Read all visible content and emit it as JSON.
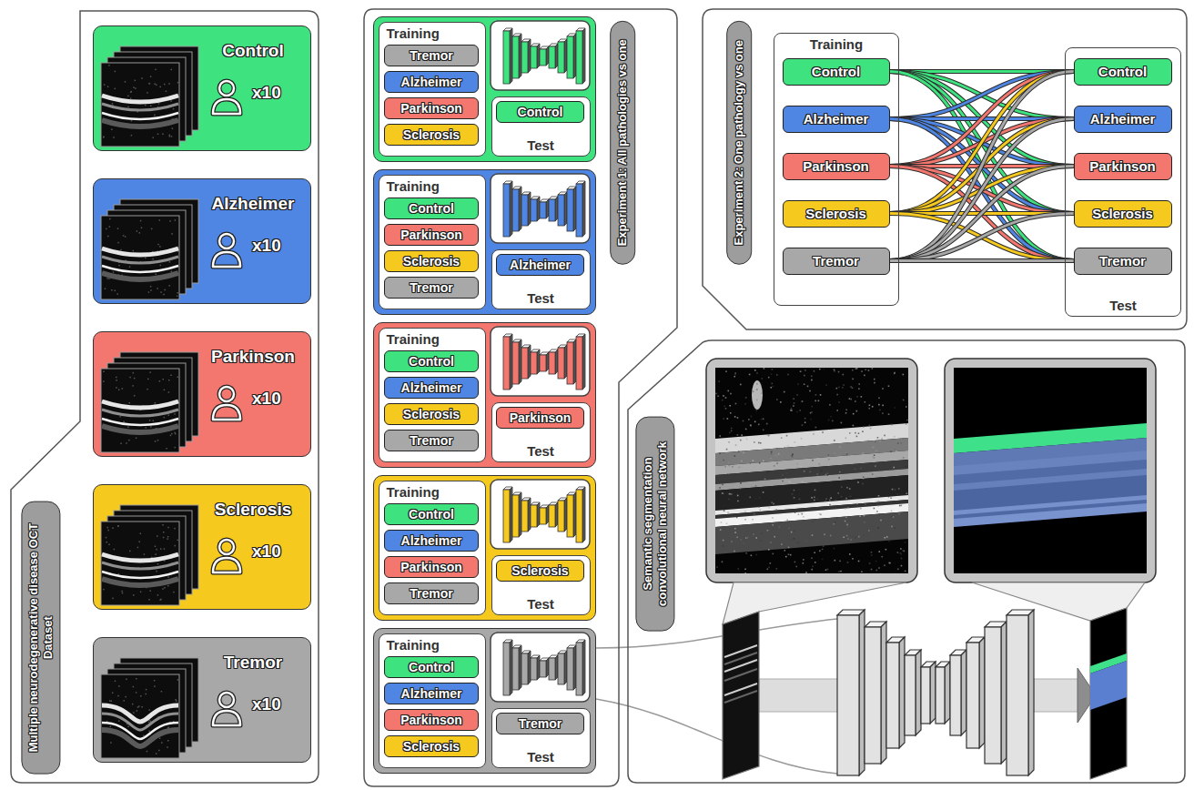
{
  "diagram": {
    "nodes": [
      {
        "text": [
          "Multiple neurodegenerative disease OCT Dataset"
        ]
      },
      {
        "text": [
          "Control",
          "x10"
        ],
        "in": 0
      },
      {
        "text": [
          "Alzheimer",
          "x10"
        ],
        "in": 0
      },
      {
        "text": [
          "Parkinson",
          "x10"
        ],
        "in": 0
      },
      {
        "text": [
          "Sclerosis",
          "x10"
        ],
        "in": 0
      },
      {
        "text": [
          "Tremor",
          "x10"
        ],
        "in": 0
      },
      {
        "text": [
          "Experiment 1: All pathologies vs one"
        ]
      },
      {
        "text": [],
        "in": 6
      },
      {
        "text": [
          "Training"
        ],
        "in": 7
      },
      {
        "text": [
          "Tremor"
        ],
        "in": 8
      },
      {
        "text": [
          "Alzheimer"
        ],
        "in": 8
      },
      {
        "text": [
          "Parkinson"
        ],
        "in": 8
      },
      {
        "text": [
          "Sclerosis"
        ],
        "in": 8
      },
      {
        "text": [
          "Test"
        ],
        "in": 7
      },
      {
        "text": [
          "Control"
        ],
        "in": 13
      },
      {
        "text": [],
        "in": 6
      },
      {
        "text": [
          "Training"
        ],
        "in": 15
      },
      {
        "text": [
          "Control"
        ],
        "in": 16
      },
      {
        "text": [
          "Parkinson"
        ],
        "in": 16
      },
      {
        "text": [
          "Sclerosis"
        ],
        "in": 16
      },
      {
        "text": [
          "Tremor"
        ],
        "in": 16
      },
      {
        "text": [
          "Test"
        ],
        "in": 15
      },
      {
        "text": [
          "Alzheimer"
        ],
        "in": 21
      },
      {
        "text": [],
        "in": 6
      },
      {
        "text": [
          "Training"
        ],
        "in": 23
      },
      {
        "text": [
          "Control"
        ],
        "in": 24
      },
      {
        "text": [
          "Alzheimer"
        ],
        "in": 24
      },
      {
        "text": [
          "Sclerosis"
        ],
        "in": 24
      },
      {
        "text": [
          "Tremor"
        ],
        "in": 24
      },
      {
        "text": [
          "Test"
        ],
        "in": 23
      },
      {
        "text": [
          "Parkinson"
        ],
        "in": 29
      },
      {
        "text": [],
        "in": 6
      },
      {
        "text": [
          "Training"
        ],
        "in": 31
      },
      {
        "text": [
          "Control"
        ],
        "in": 32
      },
      {
        "text": [
          "Alzheimer"
        ],
        "in": 32
      },
      {
        "text": [
          "Parkinson"
        ],
        "in": 32
      },
      {
        "text": [
          "Tremor"
        ],
        "in": 32
      },
      {
        "text": [
          "Test"
        ],
        "in": 31
      },
      {
        "text": [
          "Sclerosis"
        ],
        "in": 37
      },
      {
        "text": [],
        "in": 6
      },
      {
        "text": [
          "Training"
        ],
        "in": 39
      },
      {
        "text": [
          "Control"
        ],
        "in": 40
      },
      {
        "text": [
          "Alzheimer"
        ],
        "in": 40
      },
      {
        "text": [
          "Parkinson"
        ],
        "in": 40
      },
      {
        "text": [
          "Sclerosis"
        ],
        "in": 40
      },
      {
        "text": [
          "Test"
        ],
        "in": 39
      },
      {
        "text": [
          "Tremor"
        ],
        "in": 45
      },
      {
        "text": [
          "Experiment 2: One pathology vs one"
        ]
      },
      {
        "text": [
          "Training"
        ],
        "in": 47
      },
      {
        "text": [
          "Control"
        ],
        "in": 48
      },
      {
        "text": [
          "Alzheimer"
        ],
        "in": 48
      },
      {
        "text": [
          "Parkinson"
        ],
        "in": 48
      },
      {
        "text": [
          "Sclerosis"
        ],
        "in": 48
      },
      {
        "text": [
          "Tremor"
        ],
        "in": 48
      },
      {
        "text": [
          "Test"
        ],
        "in": 47
      },
      {
        "text": [
          "Control"
        ],
        "in": 54
      },
      {
        "text": [
          "Alzheimer"
        ],
        "in": 54
      },
      {
        "text": [
          "Parkinson"
        ],
        "in": 54
      },
      {
        "text": [
          "Sclerosis"
        ],
        "in": 54
      },
      {
        "text": [
          "Tremor"
        ],
        "in": 54
      },
      {
        "text": [
          "Semantic segmentation convolutional neural network"
        ]
      }
    ],
    "edges": [
      {
        "from": 49,
        "to": 55,
        "arrow": "none"
      },
      {
        "from": 49,
        "to": 56,
        "arrow": "none"
      },
      {
        "from": 49,
        "to": 57,
        "arrow": "none"
      },
      {
        "from": 49,
        "to": 58,
        "arrow": "none"
      },
      {
        "from": 49,
        "to": 59,
        "arrow": "none"
      },
      {
        "from": 50,
        "to": 55,
        "arrow": "none"
      },
      {
        "from": 50,
        "to": 56,
        "arrow": "none"
      },
      {
        "from": 50,
        "to": 57,
        "arrow": "none"
      },
      {
        "from": 50,
        "to": 58,
        "arrow": "none"
      },
      {
        "from": 50,
        "to": 59,
        "arrow": "none"
      },
      {
        "from": 51,
        "to": 55,
        "arrow": "none"
      },
      {
        "from": 51,
        "to": 56,
        "arrow": "none"
      },
      {
        "from": 51,
        "to": 57,
        "arrow": "none"
      },
      {
        "from": 51,
        "to": 58,
        "arrow": "none"
      },
      {
        "from": 51,
        "to": 59,
        "arrow": "none"
      },
      {
        "from": 52,
        "to": 55,
        "arrow": "none"
      },
      {
        "from": 52,
        "to": 56,
        "arrow": "none"
      },
      {
        "from": 52,
        "to": 57,
        "arrow": "none"
      },
      {
        "from": 52,
        "to": 58,
        "arrow": "none"
      },
      {
        "from": 52,
        "to": 59,
        "arrow": "none"
      },
      {
        "from": 53,
        "to": 55,
        "arrow": "none"
      },
      {
        "from": 53,
        "to": 56,
        "arrow": "none"
      },
      {
        "from": 53,
        "to": 57,
        "arrow": "none"
      },
      {
        "from": 53,
        "to": 58,
        "arrow": "none"
      },
      {
        "from": 53,
        "to": 59,
        "arrow": "none"
      }
    ]
  }
}
